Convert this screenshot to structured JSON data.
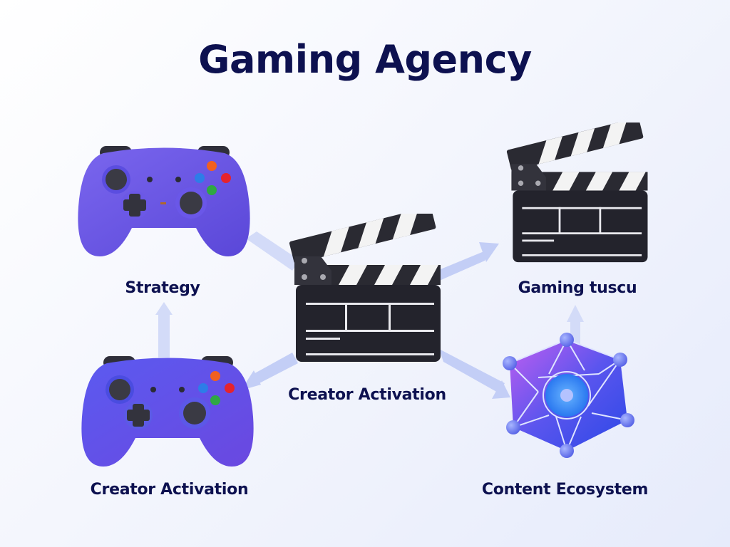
{
  "title": "Gaming Agency",
  "colors": {
    "title_text": "#0d1150",
    "controller_body": "#6a55e6",
    "controller_dark": "#2e2e38",
    "clapper_body": "#26262e",
    "arrow": "#b8c4f5",
    "background_start": "#ffffff",
    "background_end": "#e6ebfb",
    "network_gradient_start": "#b45cf0",
    "network_gradient_end": "#2f4fe8"
  },
  "nodes": [
    {
      "id": "strategy",
      "label": "Strategy",
      "icon": "gamepad-icon"
    },
    {
      "id": "center",
      "label": "Creator Activation",
      "icon": "clapperboard-icon"
    },
    {
      "id": "gaming",
      "label": "Gaming tuscu",
      "icon": "clapperboard-icon"
    },
    {
      "id": "creator",
      "label": "Creator Activation",
      "icon": "gamepad-icon"
    },
    {
      "id": "ecosystem",
      "label": "Content Ecosystem",
      "icon": "network-icon"
    }
  ],
  "connectors": [
    {
      "from": "center",
      "to": "strategy",
      "direction": "toward-strategy"
    },
    {
      "from": "creator",
      "to": "strategy",
      "direction": "up"
    },
    {
      "from": "center",
      "to": "creator",
      "direction": "toward-creator"
    },
    {
      "from": "center",
      "to": "gaming",
      "direction": "toward-gaming"
    },
    {
      "from": "center",
      "to": "ecosystem",
      "direction": "toward-ecosystem"
    },
    {
      "from": "ecosystem",
      "to": "gaming",
      "direction": "up"
    }
  ]
}
